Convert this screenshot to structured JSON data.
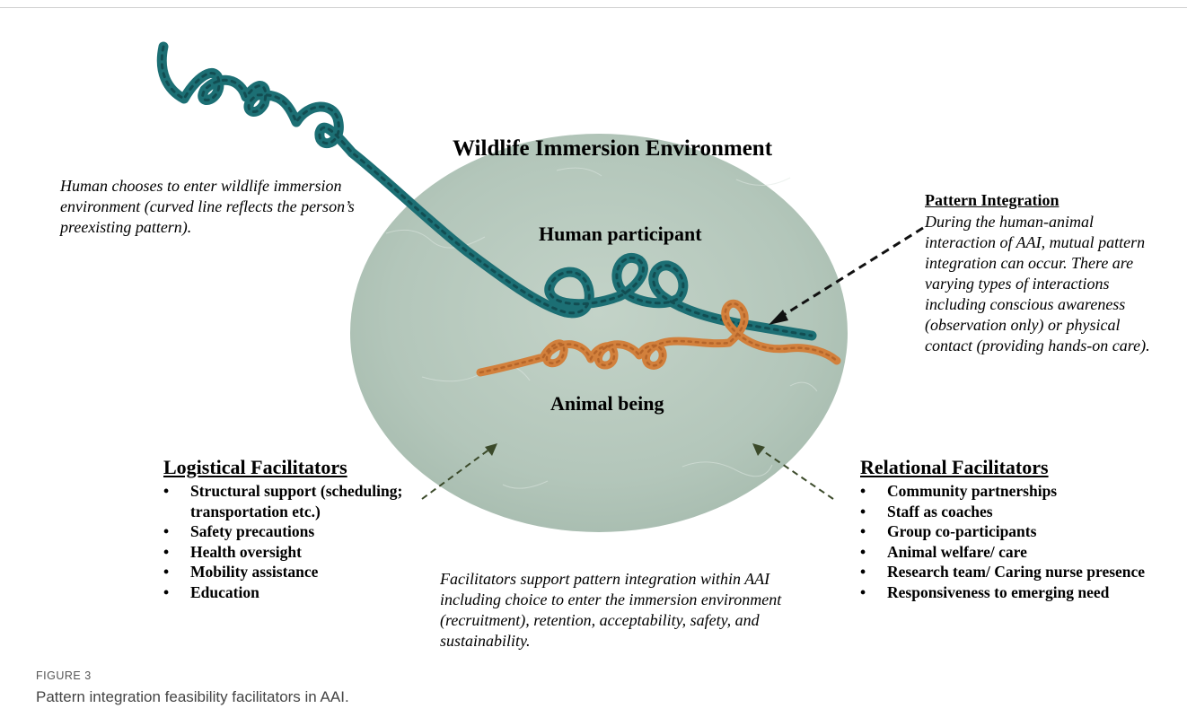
{
  "diagram": {
    "environment_title": "Wildlife Immersion Environment",
    "human_label": "Human participant",
    "animal_label": "Animal being",
    "human_note": "Human chooses to enter wildlife immersion environment (curved line reflects the person’s preexisting pattern).",
    "pattern_integration": {
      "title": "Pattern Integration",
      "body": "During the human-animal interaction of AAI, mutual pattern integration can occur. There are varying types of interactions including conscious awareness (observation only) or physical contact (providing hands-on care)."
    },
    "logistical": {
      "title": "Logistical Facilitators",
      "items": [
        "Structural support (scheduling; transportation etc.)",
        "Safety precautions",
        "Health oversight",
        "Mobility assistance",
        "Education"
      ]
    },
    "relational": {
      "title": "Relational Facilitators",
      "items": [
        "Community partnerships",
        "Staff as coaches",
        "Group co-participants",
        "Animal welfare/ care",
        "Research team/ Caring nurse presence",
        "Responsiveness to emerging need"
      ]
    },
    "facilitators_note": "Facilitators support pattern integration within AAI including choice to enter the immersion environment (recruitment), retention, acceptability, safety, and sustainability.",
    "bullet": "•",
    "colors": {
      "environment": "#b7c9bd",
      "human_strand": "#1c6f74",
      "animal_strand": "#d2803c",
      "arrow_pattern": "#111111",
      "arrow_facilitator": "#3b4a2a"
    }
  },
  "caption": {
    "label": "FIGURE 3",
    "text": "Pattern integration feasibility facilitators in AAI."
  }
}
